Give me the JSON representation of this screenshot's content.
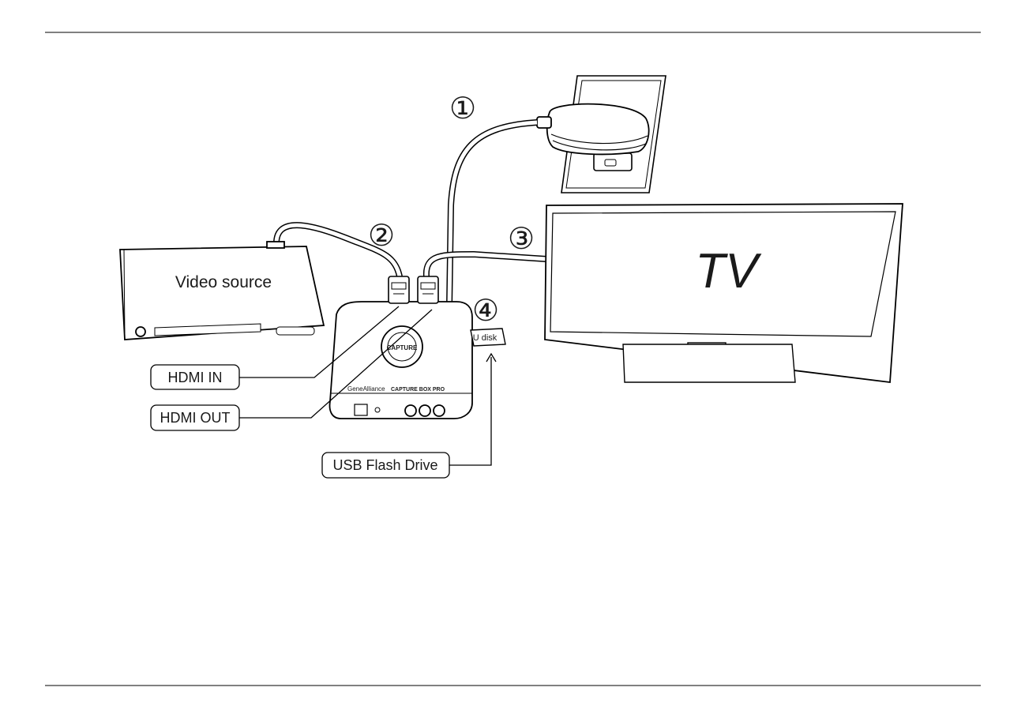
{
  "diagram": {
    "steps": [
      "①",
      "②",
      "③",
      "④"
    ],
    "devices": {
      "video_source": "Video source",
      "tv": "TV",
      "u_disk": "U disk",
      "capture_brand": "GeneAlliance",
      "capture_model": "CAPTURE BOX PRO",
      "capture_logo": "CAPTURE"
    },
    "labels": {
      "hdmi_in": "HDMI IN",
      "hdmi_out": "HDMI OUT",
      "usb_flash_drive": "USB Flash Drive"
    }
  }
}
